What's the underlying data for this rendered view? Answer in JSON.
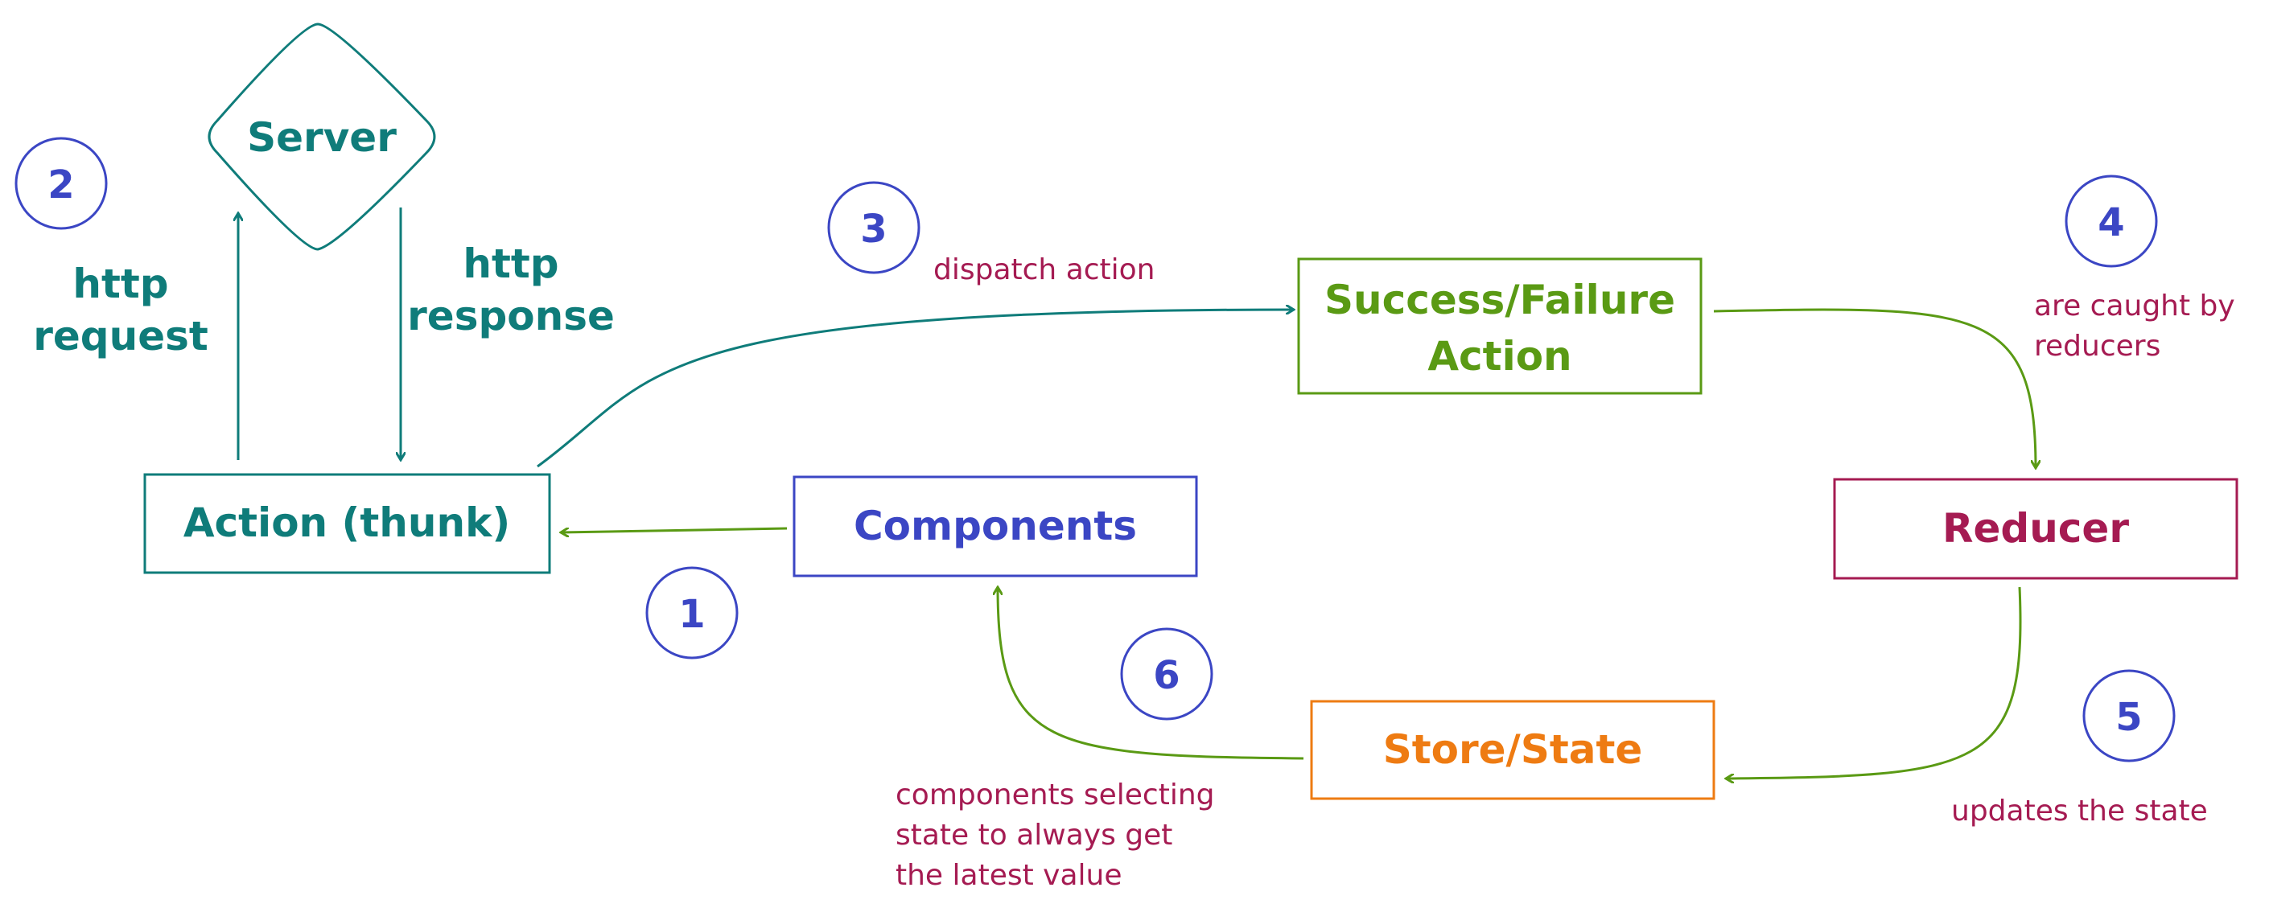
{
  "colors": {
    "teal": "#0f7c7a",
    "blue": "#3b46c4",
    "green": "#5a9a14",
    "crimson": "#a51b52",
    "orange": "#ee7b12"
  },
  "nodes": {
    "server": "Server",
    "action_thunk": "Action (thunk)",
    "components": "Components",
    "success_failure_line1": "Success/Failure",
    "success_failure_line2": "Action",
    "reducer": "Reducer",
    "store_state": "Store/State"
  },
  "labels": {
    "http_request_line1": "http",
    "http_request_line2": "request",
    "http_response_line1": "http",
    "http_response_line2": "response",
    "dispatch_action": "dispatch action",
    "caught_line1": "are caught by",
    "caught_line2": "reducers",
    "updates_state": "updates the state",
    "selecting_line1": "components selecting",
    "selecting_line2": "state to always get",
    "selecting_line3": "the latest value"
  },
  "steps": [
    "1",
    "2",
    "3",
    "4",
    "5",
    "6"
  ]
}
